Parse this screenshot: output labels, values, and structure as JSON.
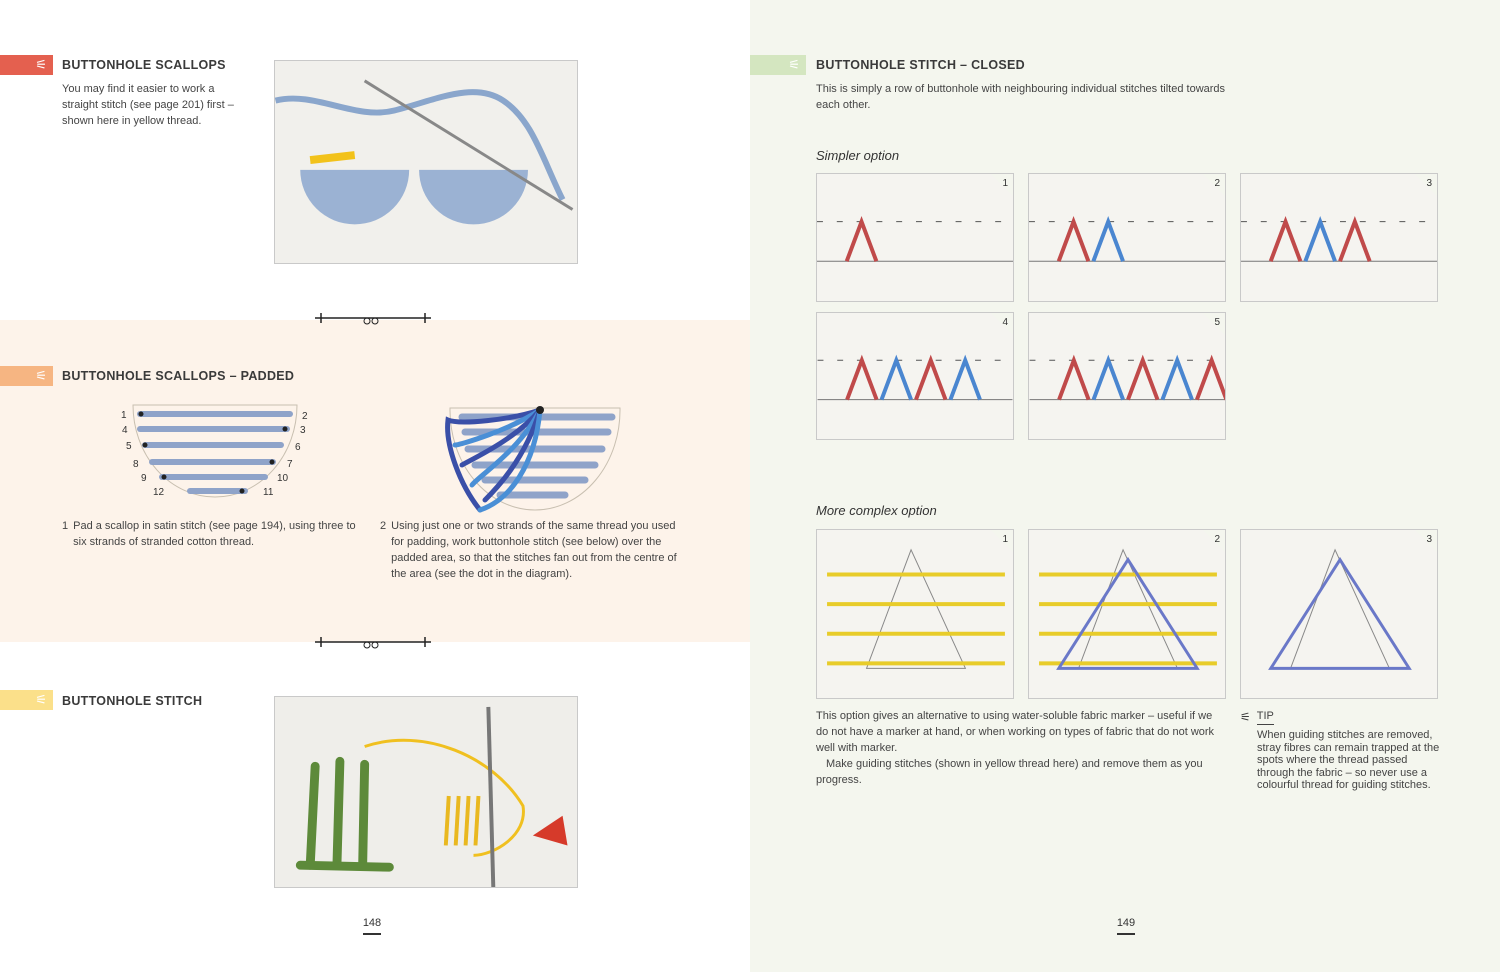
{
  "left_page": {
    "section1": {
      "title": "BUTTONHOLE SCALLOPS",
      "body": "You may find it easier to work a straight stitch (see page 201) first – shown here in yellow thread."
    },
    "section2": {
      "title": "BUTTONHOLE SCALLOPS – PADDED",
      "diagram_labels": [
        "1",
        "2",
        "3",
        "4",
        "5",
        "6",
        "7",
        "8",
        "9",
        "10",
        "11",
        "12"
      ],
      "steps": [
        {
          "n": "1",
          "text": "Pad a scallop in satin stitch (see page 194), using three to six strands of stranded cotton thread."
        },
        {
          "n": "2",
          "text": "Using just one or two strands of the same thread you used for padding, work buttonhole stitch (see below) over the padded area, so that the stitches fan out from the centre of the area (see the dot in the diagram)."
        }
      ]
    },
    "section3": {
      "title": "BUTTONHOLE STITCH"
    },
    "page_number": "148"
  },
  "right_page": {
    "title": "BUTTONHOLE STITCH – CLOSED",
    "intro": "This is simply a row of buttonhole with neighbouring individual stitches tilted towards each other.",
    "simpler": {
      "label": "Simpler option",
      "steps": [
        "1",
        "2",
        "3",
        "4",
        "5"
      ]
    },
    "complex": {
      "label": "More complex option",
      "steps": [
        "1",
        "2",
        "3"
      ]
    },
    "body1": "This option gives an alternative to using water-soluble fabric marker – useful if we do not have a marker at hand, or when working on types of fabric that do not work well with marker.",
    "body2": "Make guiding stitches (shown in yellow thread here) and remove them as you progress.",
    "tip": {
      "label": "TIP",
      "text": "When guiding stitches are removed, stray fibres can remain trapped at the spots where the thread passed through the fabric – so never use a colourful thread for guiding stitches."
    },
    "page_number": "149"
  },
  "colors": {
    "red_tab": "#e4604f",
    "peach_tab": "#f6b582",
    "yellow_tab": "#fbe08a",
    "green_tab": "#d4e6c0",
    "band": "#fdf3ea",
    "right_bg": "#f4f6ee"
  }
}
